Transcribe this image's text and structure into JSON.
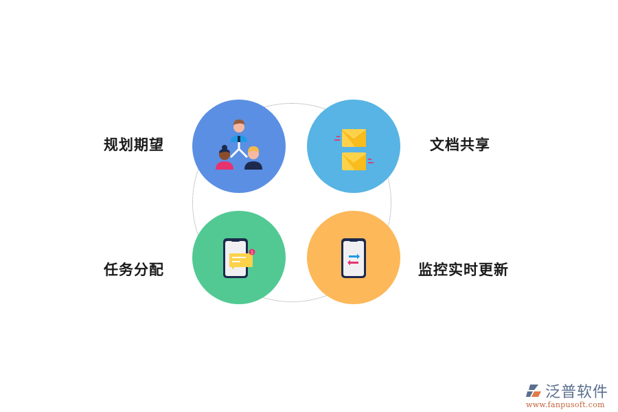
{
  "diagram": {
    "items": [
      {
        "label": "规划期望",
        "icon": "team-hierarchy-icon",
        "color": "#5b8fe3"
      },
      {
        "label": "文档共享",
        "icon": "envelopes-icon",
        "color": "#57b4e4"
      },
      {
        "label": "任务分配",
        "icon": "phone-message-icon",
        "color": "#52c993"
      },
      {
        "label": "监控实时更新",
        "icon": "phone-sync-icon",
        "color": "#fdb85a"
      }
    ]
  },
  "watermark": {
    "name": "泛普软件",
    "url": "www.fanpusoft.com",
    "icon": "fanpu-logo-icon"
  }
}
